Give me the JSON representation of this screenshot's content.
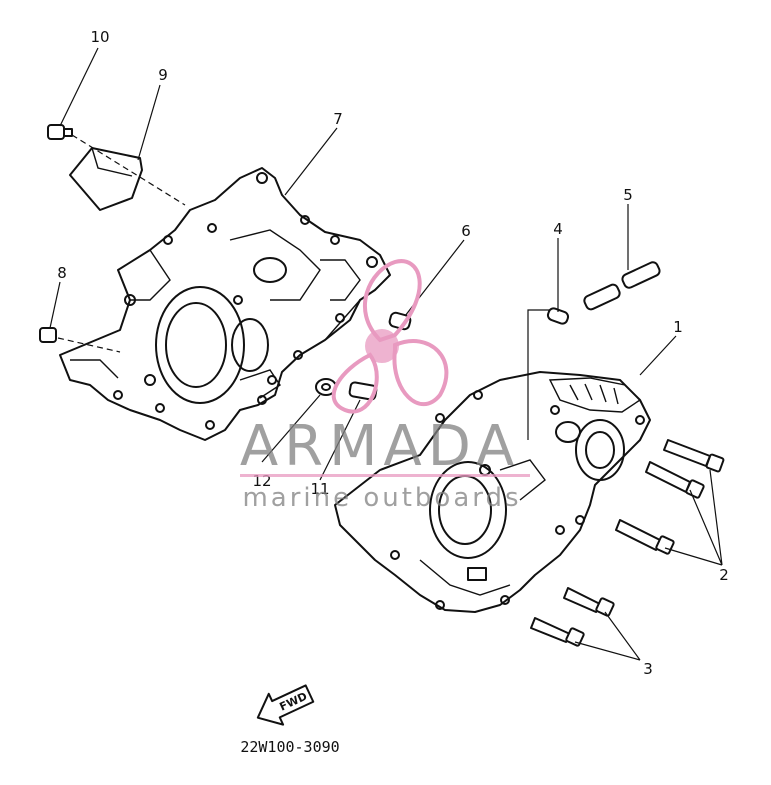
{
  "diagram": {
    "callouts": {
      "c1": "1",
      "c2": "2",
      "c3": "3",
      "c4": "4",
      "c5": "5",
      "c6": "6",
      "c7": "7",
      "c8": "8",
      "c9": "9",
      "c10": "10",
      "c11": "11",
      "c12": "12"
    },
    "forward_arrow_label": "FWD",
    "drawing_code": "22W100-3090"
  },
  "watermark": {
    "brand": "ARMADA",
    "tagline": "marine outboards",
    "colors": {
      "text": "#808080",
      "logo": "#e89ac0",
      "underline": "#e89ac0"
    }
  },
  "colors": {
    "ink": "#111111",
    "background": "#ffffff"
  }
}
